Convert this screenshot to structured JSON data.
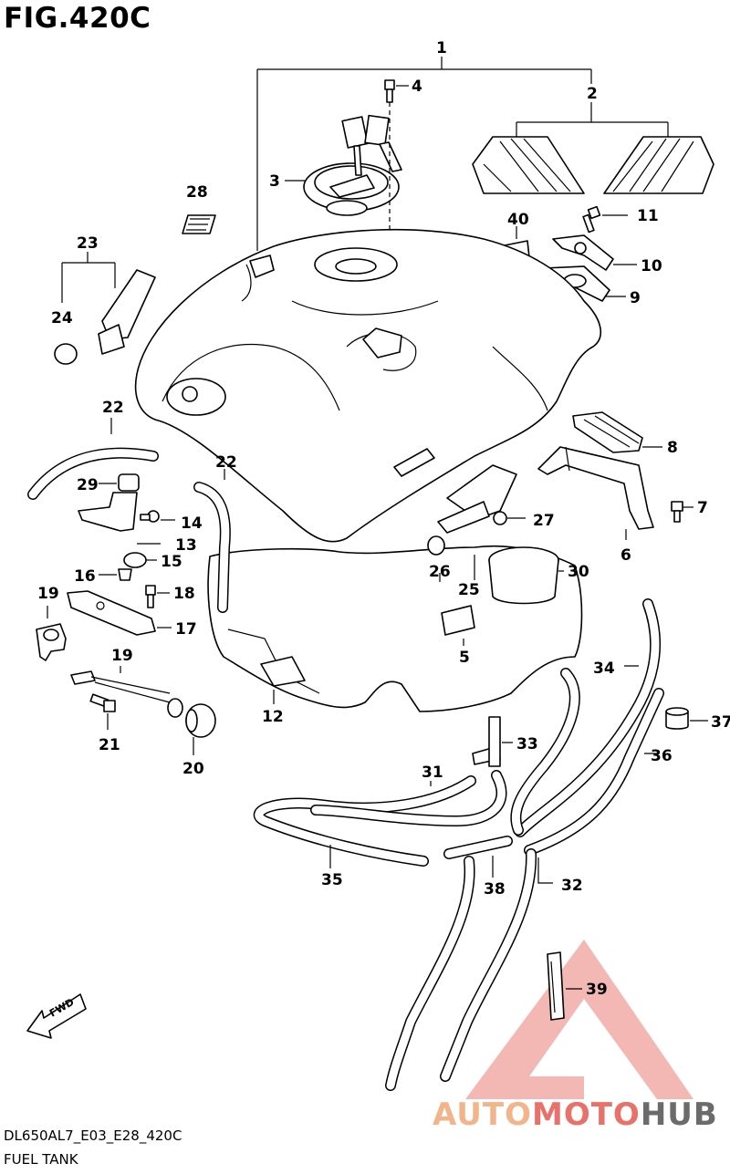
{
  "figure": {
    "title": "FIG.420C",
    "model_code": "DL650AL7_E03_E28_420C",
    "caption": "FUEL TANK",
    "fwd_label": "FWD"
  },
  "watermark": {
    "part1": "AUTO",
    "part2": "MOTO",
    "part3": "HUB",
    "colors": {
      "auto": "#f2b48a",
      "moto": "#e8716a",
      "hub": "#6b6b6b",
      "triangle": "#e8716a"
    }
  },
  "callouts": [
    "1",
    "2",
    "3",
    "4",
    "5",
    "6",
    "7",
    "8",
    "9",
    "10",
    "11",
    "12",
    "13",
    "14",
    "15",
    "16",
    "17",
    "18",
    "19",
    "19",
    "20",
    "21",
    "22",
    "22",
    "23",
    "24",
    "25",
    "26",
    "27",
    "28",
    "29",
    "30",
    "31",
    "32",
    "33",
    "34",
    "35",
    "36",
    "37",
    "38",
    "39",
    "40"
  ]
}
